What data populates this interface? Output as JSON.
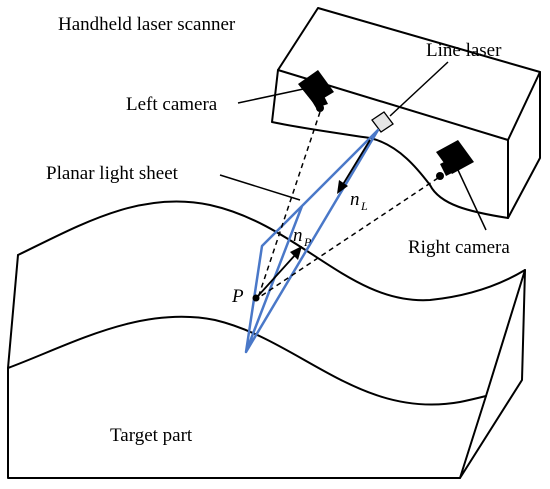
{
  "diagram": {
    "labels": {
      "scanner": "Handheld laser scanner",
      "line_laser": "Line laser",
      "left_camera": "Left camera",
      "right_camera": "Right camera",
      "light_sheet": "Planar light sheet",
      "target": "Target part",
      "point": "P",
      "n_l_main": "n",
      "n_l_sub": "L",
      "n_p_main": "n",
      "n_p_sub": "P"
    },
    "colors": {
      "light_sheet": "#4a78c8",
      "ink": "#000000",
      "background": "#ffffff"
    }
  }
}
